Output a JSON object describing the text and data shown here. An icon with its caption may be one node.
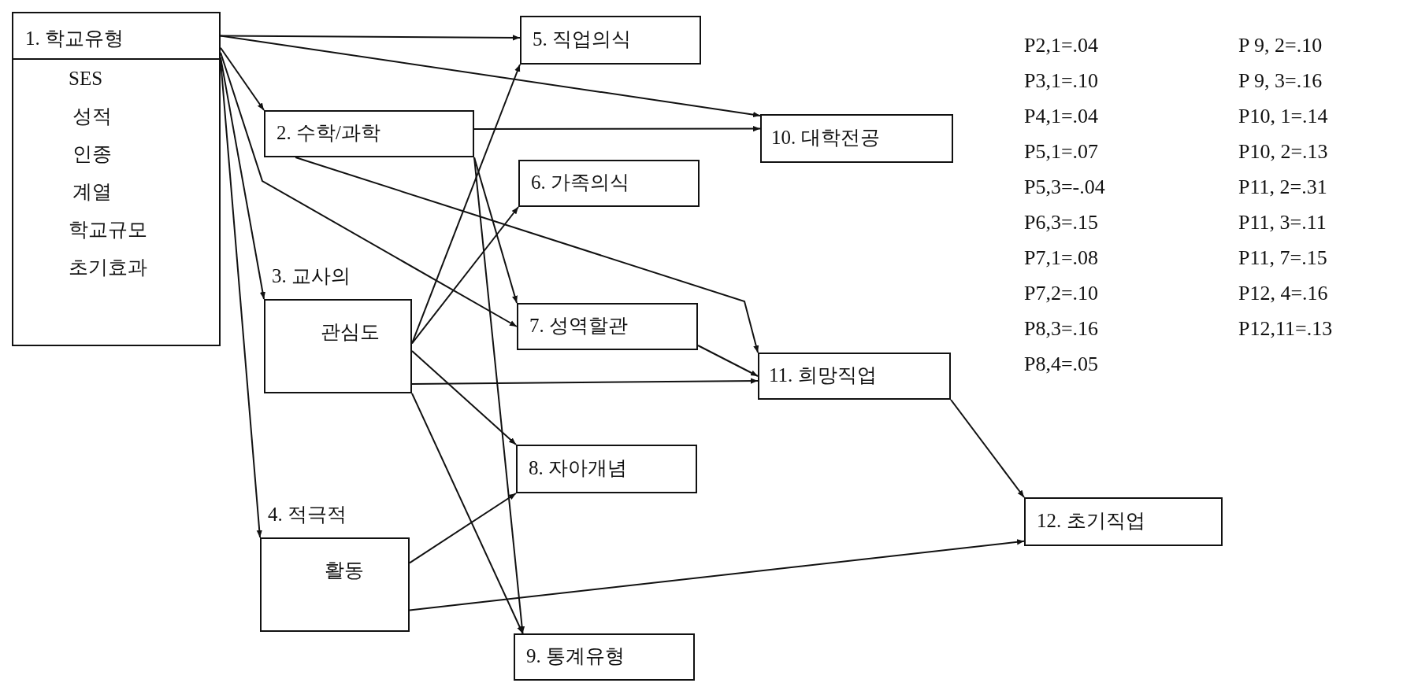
{
  "diagram": {
    "nodes": [
      {
        "text": [
          "1. 학교유형",
          "SES",
          "성적",
          "인종",
          "계열",
          "학교규모",
          "초기효과"
        ]
      },
      {
        "text": [
          "2. 수학/과학"
        ]
      },
      {
        "text": [
          "3. 교사의",
          "관심도"
        ]
      },
      {
        "text": [
          "4. 적극적",
          "활동"
        ]
      },
      {
        "text": [
          "5. 직업의식"
        ]
      },
      {
        "text": [
          "6. 가족의식"
        ]
      },
      {
        "text": [
          "7. 성역할관"
        ]
      },
      {
        "text": [
          "8. 자아개념"
        ]
      },
      {
        "text": [
          "9. 통계유형"
        ]
      },
      {
        "text": [
          "10. 대학전공"
        ]
      },
      {
        "text": [
          "11. 희망직업"
        ]
      },
      {
        "text": [
          "12. 초기직업"
        ]
      }
    ],
    "edges": [
      {
        "from": 0,
        "to": 4,
        "arrow": "to"
      },
      {
        "from": 0,
        "to": 9,
        "arrow": "to"
      },
      {
        "from": 0,
        "to": 1,
        "arrow": "to"
      },
      {
        "from": 0,
        "to": 6,
        "arrow": "to"
      },
      {
        "from": 0,
        "to": 2,
        "arrow": "to"
      },
      {
        "from": 0,
        "to": 3,
        "arrow": "to"
      },
      {
        "from": 1,
        "to": 9,
        "arrow": "to"
      },
      {
        "from": 1,
        "to": 6,
        "arrow": "to"
      },
      {
        "from": 1,
        "to": 8,
        "arrow": "to"
      },
      {
        "from": 1,
        "to": 10,
        "arrow": "to"
      },
      {
        "from": 2,
        "to": 4,
        "arrow": "to"
      },
      {
        "from": 2,
        "to": 5,
        "arrow": "to"
      },
      {
        "from": 2,
        "to": 7,
        "arrow": "to"
      },
      {
        "from": 2,
        "to": 8,
        "arrow": "to"
      },
      {
        "from": 2,
        "to": 10,
        "arrow": "to"
      },
      {
        "from": 3,
        "to": 7,
        "arrow": "to"
      },
      {
        "from": 3,
        "to": 11,
        "arrow": "to"
      },
      {
        "from": 6,
        "to": 10,
        "arrow": "to"
      },
      {
        "from": 10,
        "to": 11,
        "arrow": "to"
      }
    ],
    "labels": [
      "P2,1=.04",
      "P 9, 2=.10",
      "P3,1=.10",
      "P 9, 3=.16",
      "P4,1=.04",
      "P10, 1=.14",
      "P5,1=.07",
      "P10, 2=.13",
      "P5,3=-.04",
      "P11, 2=.31",
      "P6,3=.15",
      "P11, 3=.11",
      "P7,1=.08",
      "P11, 7=.15",
      "P7,2=.10",
      "P12, 4=.16",
      "P8,3=.16",
      "P12,11=.13",
      "P8,4=.05"
    ]
  }
}
